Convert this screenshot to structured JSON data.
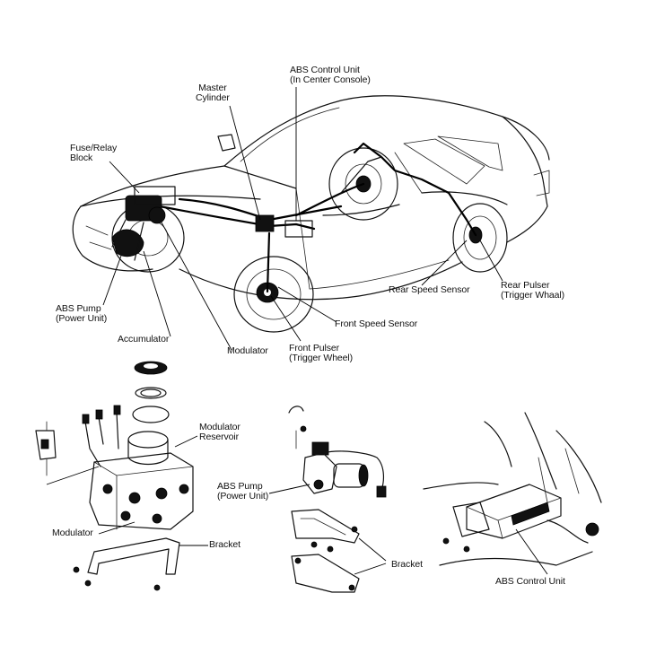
{
  "labels": {
    "abs_control_unit_top": [
      "ABS Control Unit",
      "(In Center Console)"
    ],
    "master_cylinder": [
      "Master",
      "Cylinder"
    ],
    "fuse_relay_block": [
      "Fuse/Relay",
      "Block"
    ],
    "abs_pump_top": [
      "ABS Pump",
      "(Power Unit)"
    ],
    "accumulator": "Accumulator",
    "modulator_top": "Modulator",
    "front_pulser": [
      "Front Pulser",
      "(Trigger Wheel)"
    ],
    "front_speed_sensor": "Front Speed Sensor",
    "rear_speed_sensor": "Rear Speed Sensor",
    "rear_pulser": [
      "Rear Pulser",
      "(Trigger Whaal)"
    ],
    "modulator_reservoir": [
      "Modulator",
      "Reservoir"
    ],
    "modulator_bottom": "Modulator",
    "bracket_left": "Bracket",
    "abs_pump_bottom": [
      "ABS Pump",
      "(Power Unit)"
    ],
    "bracket_middle": "Bracket",
    "abs_control_unit_bottom": "ABS Control Unit"
  }
}
